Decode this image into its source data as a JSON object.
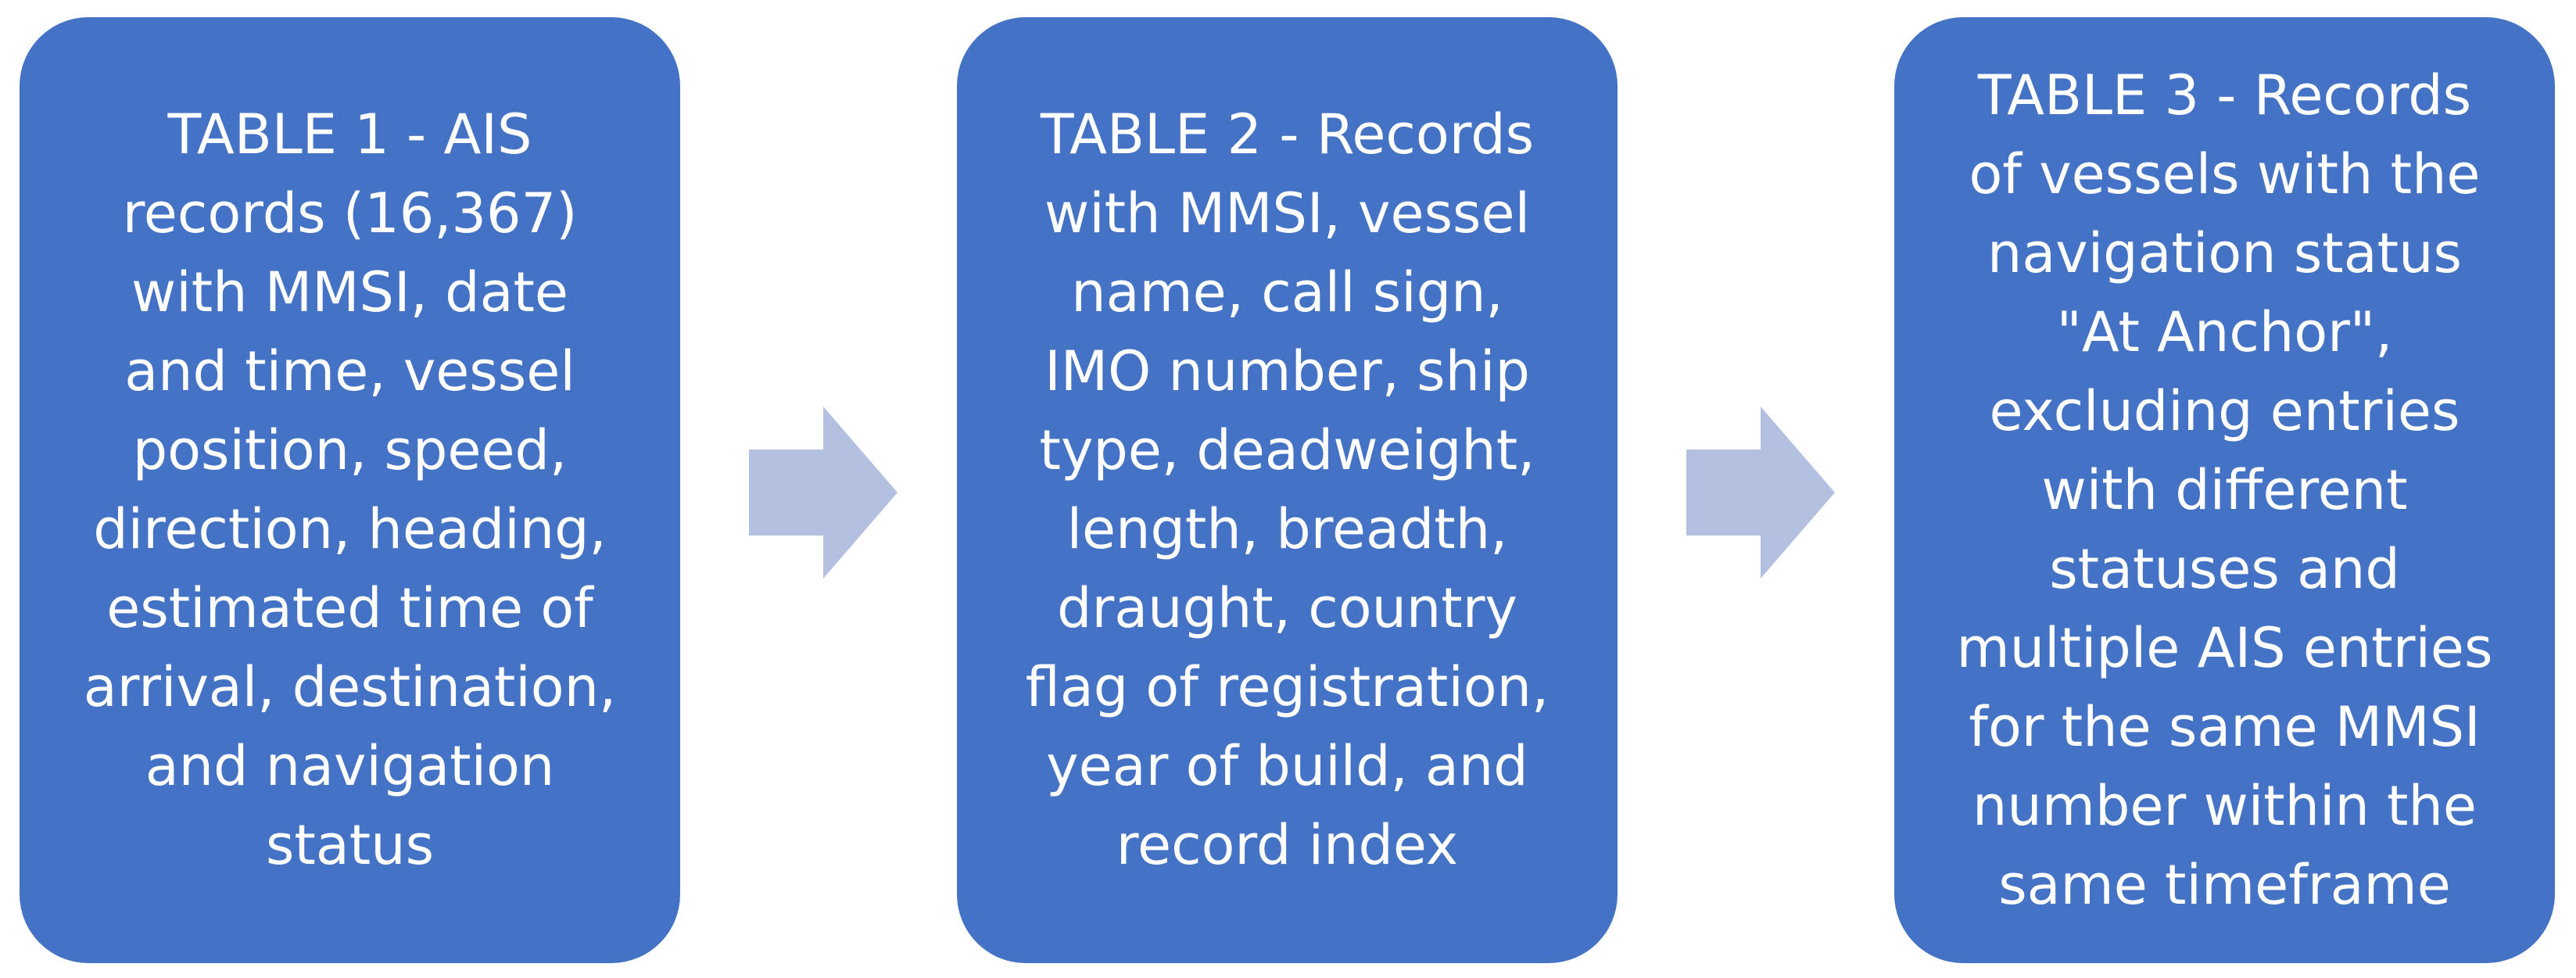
{
  "boxes": [
    {
      "text": "TABLE 1 - AIS\nrecords (16,367)\nwith MMSI, date\nand time, vessel\nposition, speed,\ndirection, heading,\nestimated time of\narrival, destination,\nand navigation\nstatus"
    },
    {
      "text": "TABLE 2 - Records\nwith MMSI, vessel\nname, call sign,\nIMO number, ship\ntype, deadweight,\nlength, breadth,\ndraught, country\nflag of registration,\nyear of build, and\nrecord index"
    },
    {
      "text": "TABLE 3 - Records\nof vessels with the\nnavigation status\n\"At Anchor\",\nexcluding entries\nwith different\nstatuses and\nmultiple AIS entries\nfor the same MMSI\nnumber within the\nsame timeframe"
    }
  ],
  "colors": {
    "box_fill": "#4472c4",
    "box_text": "#ffffff",
    "arrow_fill": "#b4c0e0"
  }
}
